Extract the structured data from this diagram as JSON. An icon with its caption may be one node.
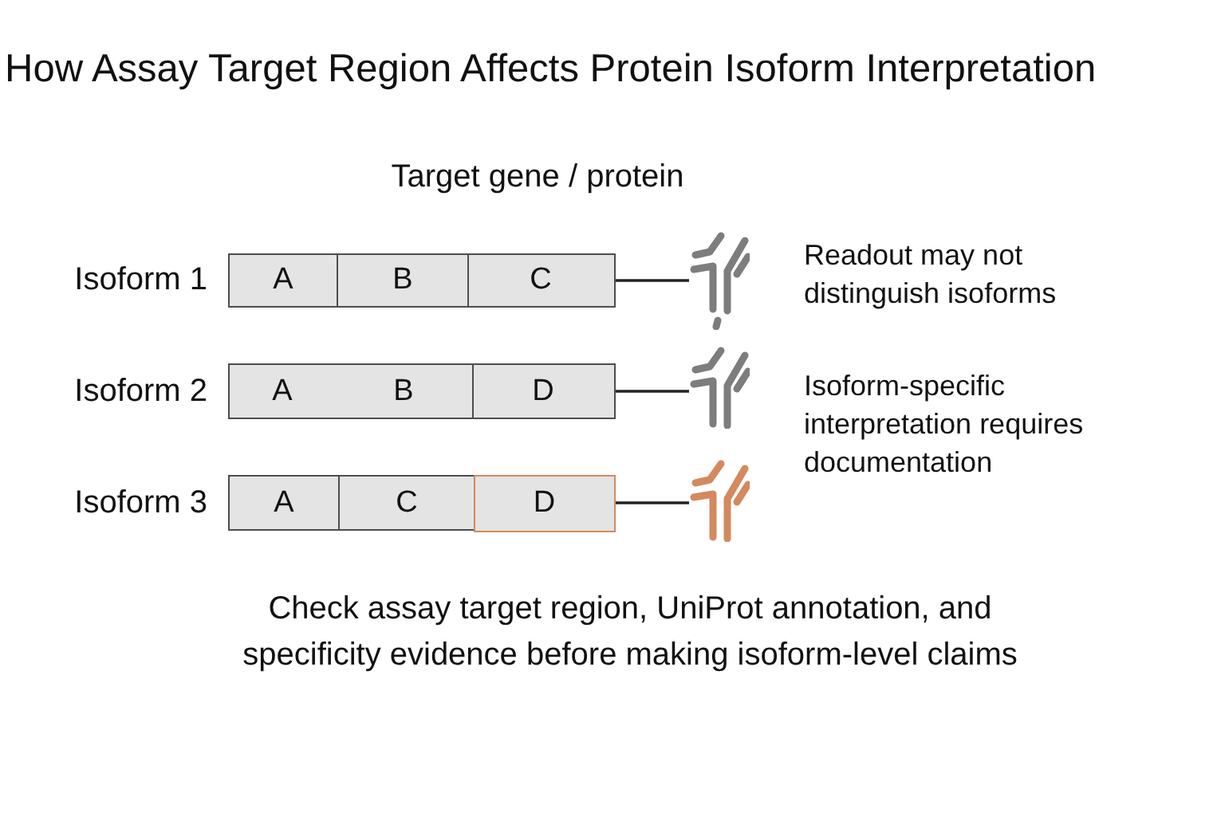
{
  "diagram": {
    "title": "How Assay Target Region Affects Protein Isoform Interpretation",
    "caption": "Check assay target region, UniProt annotation, and specificity evidence before making isoform-level claims",
    "nodes": [
      {
        "text": [
          "Isoform 1"
        ]
      },
      {
        "text": [
          "A"
        ],
        "in": 0
      },
      {
        "text": [
          "B"
        ],
        "in": 0
      },
      {
        "text": [
          "C"
        ],
        "in": 0
      },
      {
        "text": [],
        "shape": "picture"
      },
      {
        "text": [
          "Isoform 2"
        ]
      },
      {
        "text": [
          "A"
        ],
        "in": 5
      },
      {
        "text": [
          "B"
        ],
        "in": 5
      },
      {
        "text": [
          "D"
        ],
        "in": 5
      },
      {
        "text": [],
        "shape": "picture"
      },
      {
        "text": [
          "Isoform 3"
        ]
      },
      {
        "text": [
          "A"
        ],
        "in": 10
      },
      {
        "text": [
          "C"
        ],
        "in": 10
      },
      {
        "text": [
          "D"
        ],
        "in": 10
      },
      {
        "text": [],
        "shape": "picture"
      }
    ],
    "edges": [
      {
        "from": 0,
        "to": 4,
        "arrow": "none"
      },
      {
        "from": 5,
        "to": 9,
        "arrow": "none"
      },
      {
        "from": 10,
        "to": 14,
        "arrow": "none"
      }
    ],
    "labels": [
      "Target gene / protein",
      "Readout may not distinguish isoforms",
      "Isoform-specific interpretation requires documentation"
    ]
  }
}
